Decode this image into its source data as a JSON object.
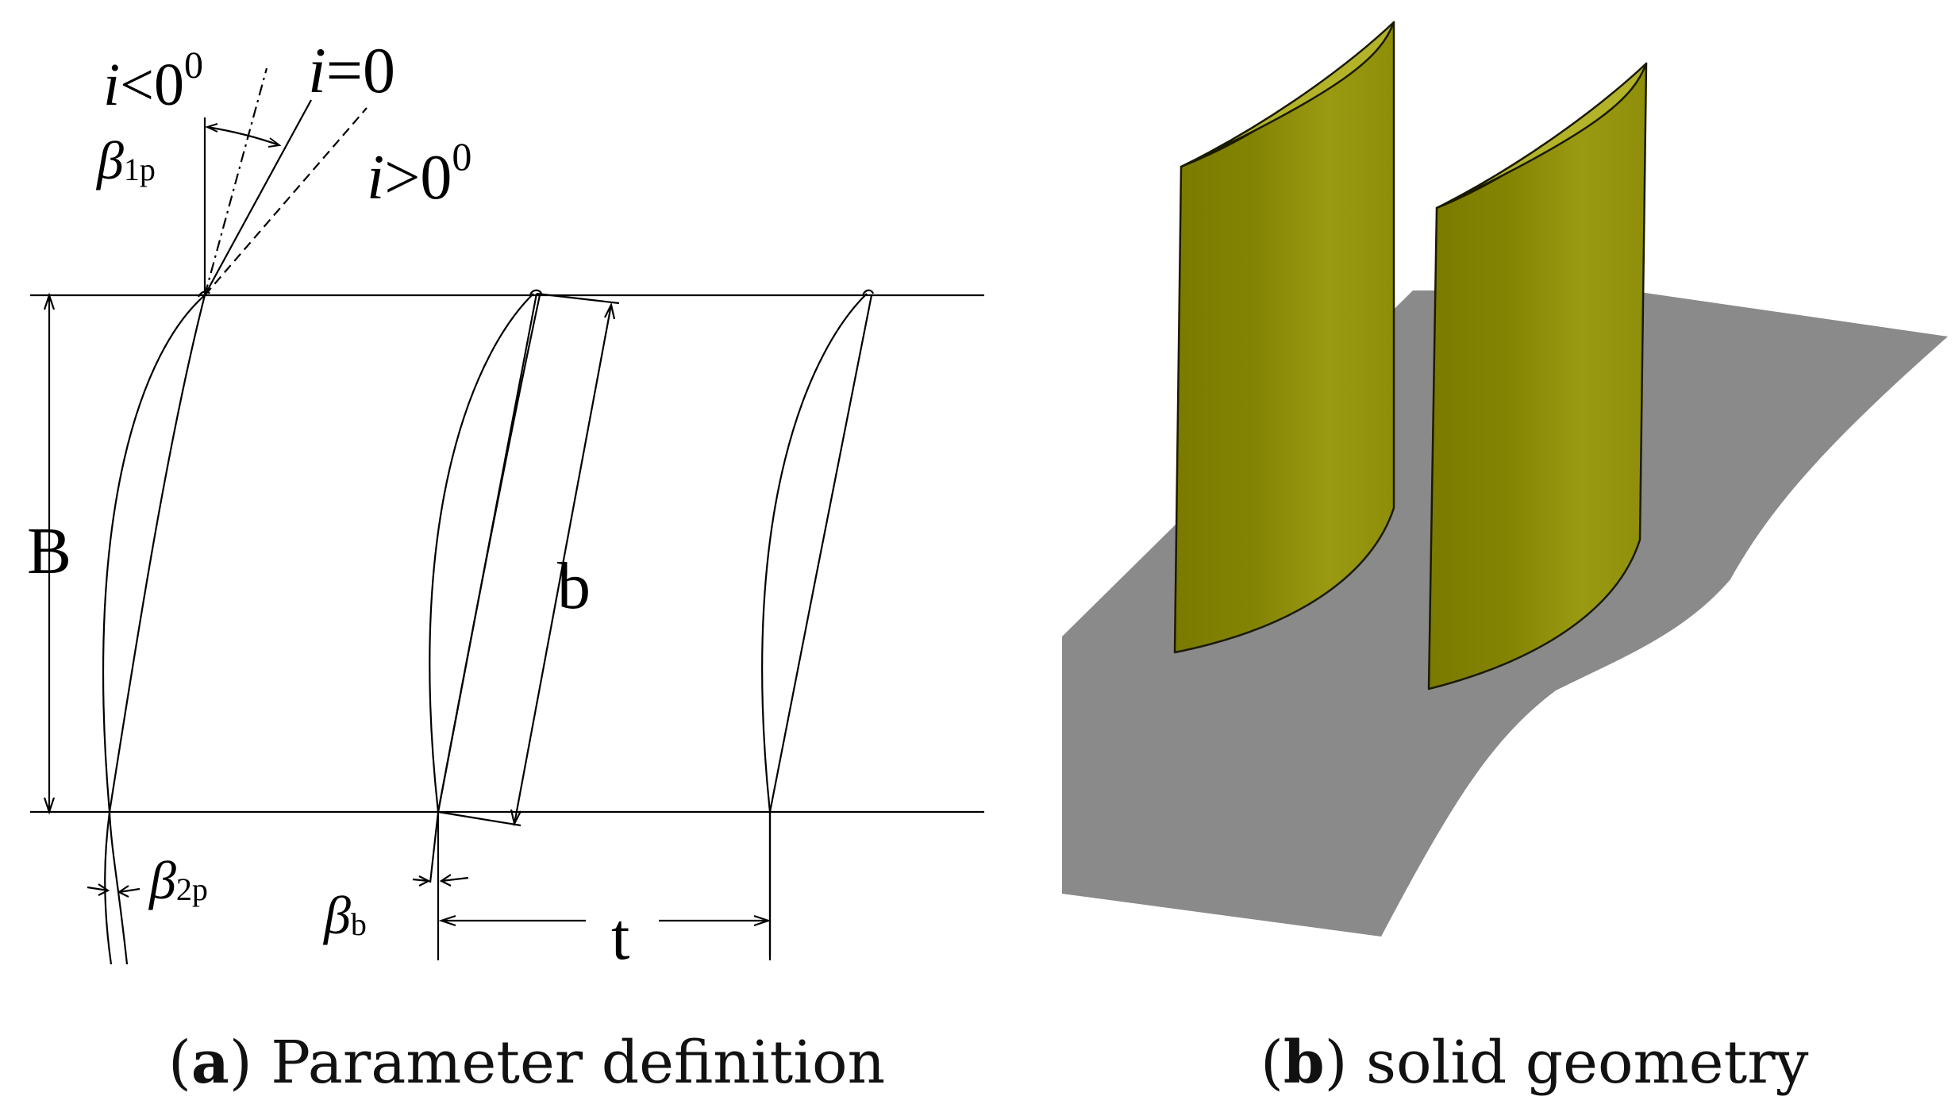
{
  "panel_a": {
    "incidence_negative": {
      "var": "i",
      "rel": "<0",
      "exp": "0"
    },
    "incidence_zero": {
      "var": "i",
      "rel": "=0"
    },
    "incidence_positive": {
      "var": "i",
      "rel": ">0",
      "exp": "0"
    },
    "beta_1p": {
      "sym": "β",
      "sub": "1p"
    },
    "beta_2p": {
      "sym": "β",
      "sub": "2p"
    },
    "beta_b": {
      "sym": "β",
      "sub": "b"
    },
    "label_B": "B",
    "label_b": "b",
    "label_t": "t",
    "caption": {
      "letter": "a",
      "text": "Parameter definition"
    }
  },
  "panel_b": {
    "caption": {
      "letter": "b",
      "text": "solid geometry"
    },
    "colors": {
      "blade_fill": "#808000",
      "blade_highlight": "#a0a018",
      "blade_top": "#b3b32a",
      "endwall": "#8a8a8a",
      "outline": "#1a1a00"
    }
  }
}
